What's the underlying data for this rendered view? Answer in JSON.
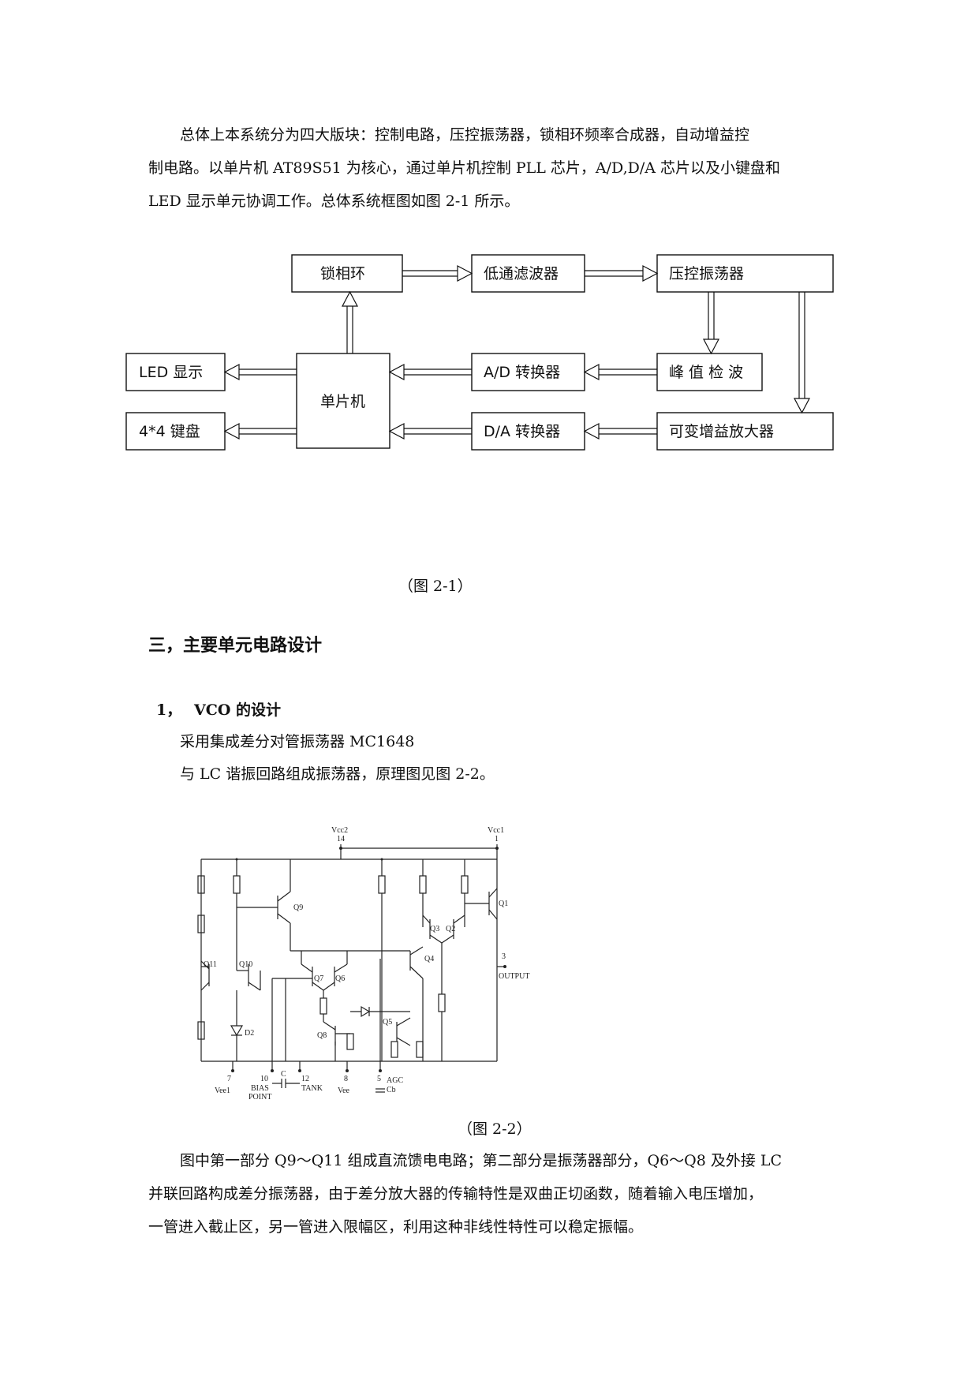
{
  "intro": {
    "line1": "总体上本系统分为四大版块：控制电路，压控振荡器，锁相环频率合成器，自动增益控",
    "line2": "制电路。以单片机 AT89S51 为核心，通过单片机控制 PLL 芯片，A/D,D/A 芯片以及小键盘和",
    "line3": "LED 显示单元协调工作。总体系统框图如图 2-1 所示。"
  },
  "block_diagram": {
    "blocks": {
      "pll": "锁相环",
      "lpf": "低通滤波器",
      "vco": "压控振荡器",
      "mcu": "单片机",
      "led": "LED 显示",
      "keypad": "4*4 键盘",
      "adc": "A/D 转换器",
      "dac": "D/A 转换器",
      "peak": "峰 值 检 波",
      "vga": "可变增益放大器"
    },
    "caption": "（图 2-1）"
  },
  "section3": {
    "heading": "三，主要单元电路设计",
    "sub1_number": "1，",
    "sub1_title": "VCO 的设计",
    "line1": "采用集成差分对管振荡器 MC1648",
    "line2": "与 LC 谐振回路组成振荡器，原理图见图 2-2。"
  },
  "circuit": {
    "labels": {
      "vcc2": "Vcc2",
      "pin14": "14",
      "vcc1": "Vcc1",
      "pin1": "1",
      "q9": "Q9",
      "q1": "Q1",
      "q3": "Q3",
      "q2": "Q2",
      "q4": "Q4",
      "pin3": "3",
      "output": "OUTPUT",
      "q11": "Q11",
      "q10": "Q10",
      "q7": "Q7",
      "q6": "Q6",
      "q5": "Q5",
      "q8": "Q8",
      "d2": "D2",
      "pin7": "7",
      "vee1": "Vee1",
      "pin10": "10",
      "bias": "BIAS",
      "point": "POINT",
      "cap_c": "C",
      "pin12": "12",
      "tank": "TANK",
      "pin8": "8",
      "vee": "Vee",
      "pin5": "5",
      "agc": "AGC",
      "cb": "Cb"
    },
    "caption": "（图 2-2）"
  },
  "explain": {
    "line1": "图中第一部分 Q9～Q11 组成直流馈电电路；第二部分是振荡器部分，Q6～Q8 及外接 LC",
    "line2": "并联回路构成差分振荡器，由于差分放大器的传输特性是双曲正切函数，随着输入电压增加，",
    "line3": "一管进入截止区，另一管进入限幅区，利用这种非线性特性可以稳定振幅。"
  }
}
